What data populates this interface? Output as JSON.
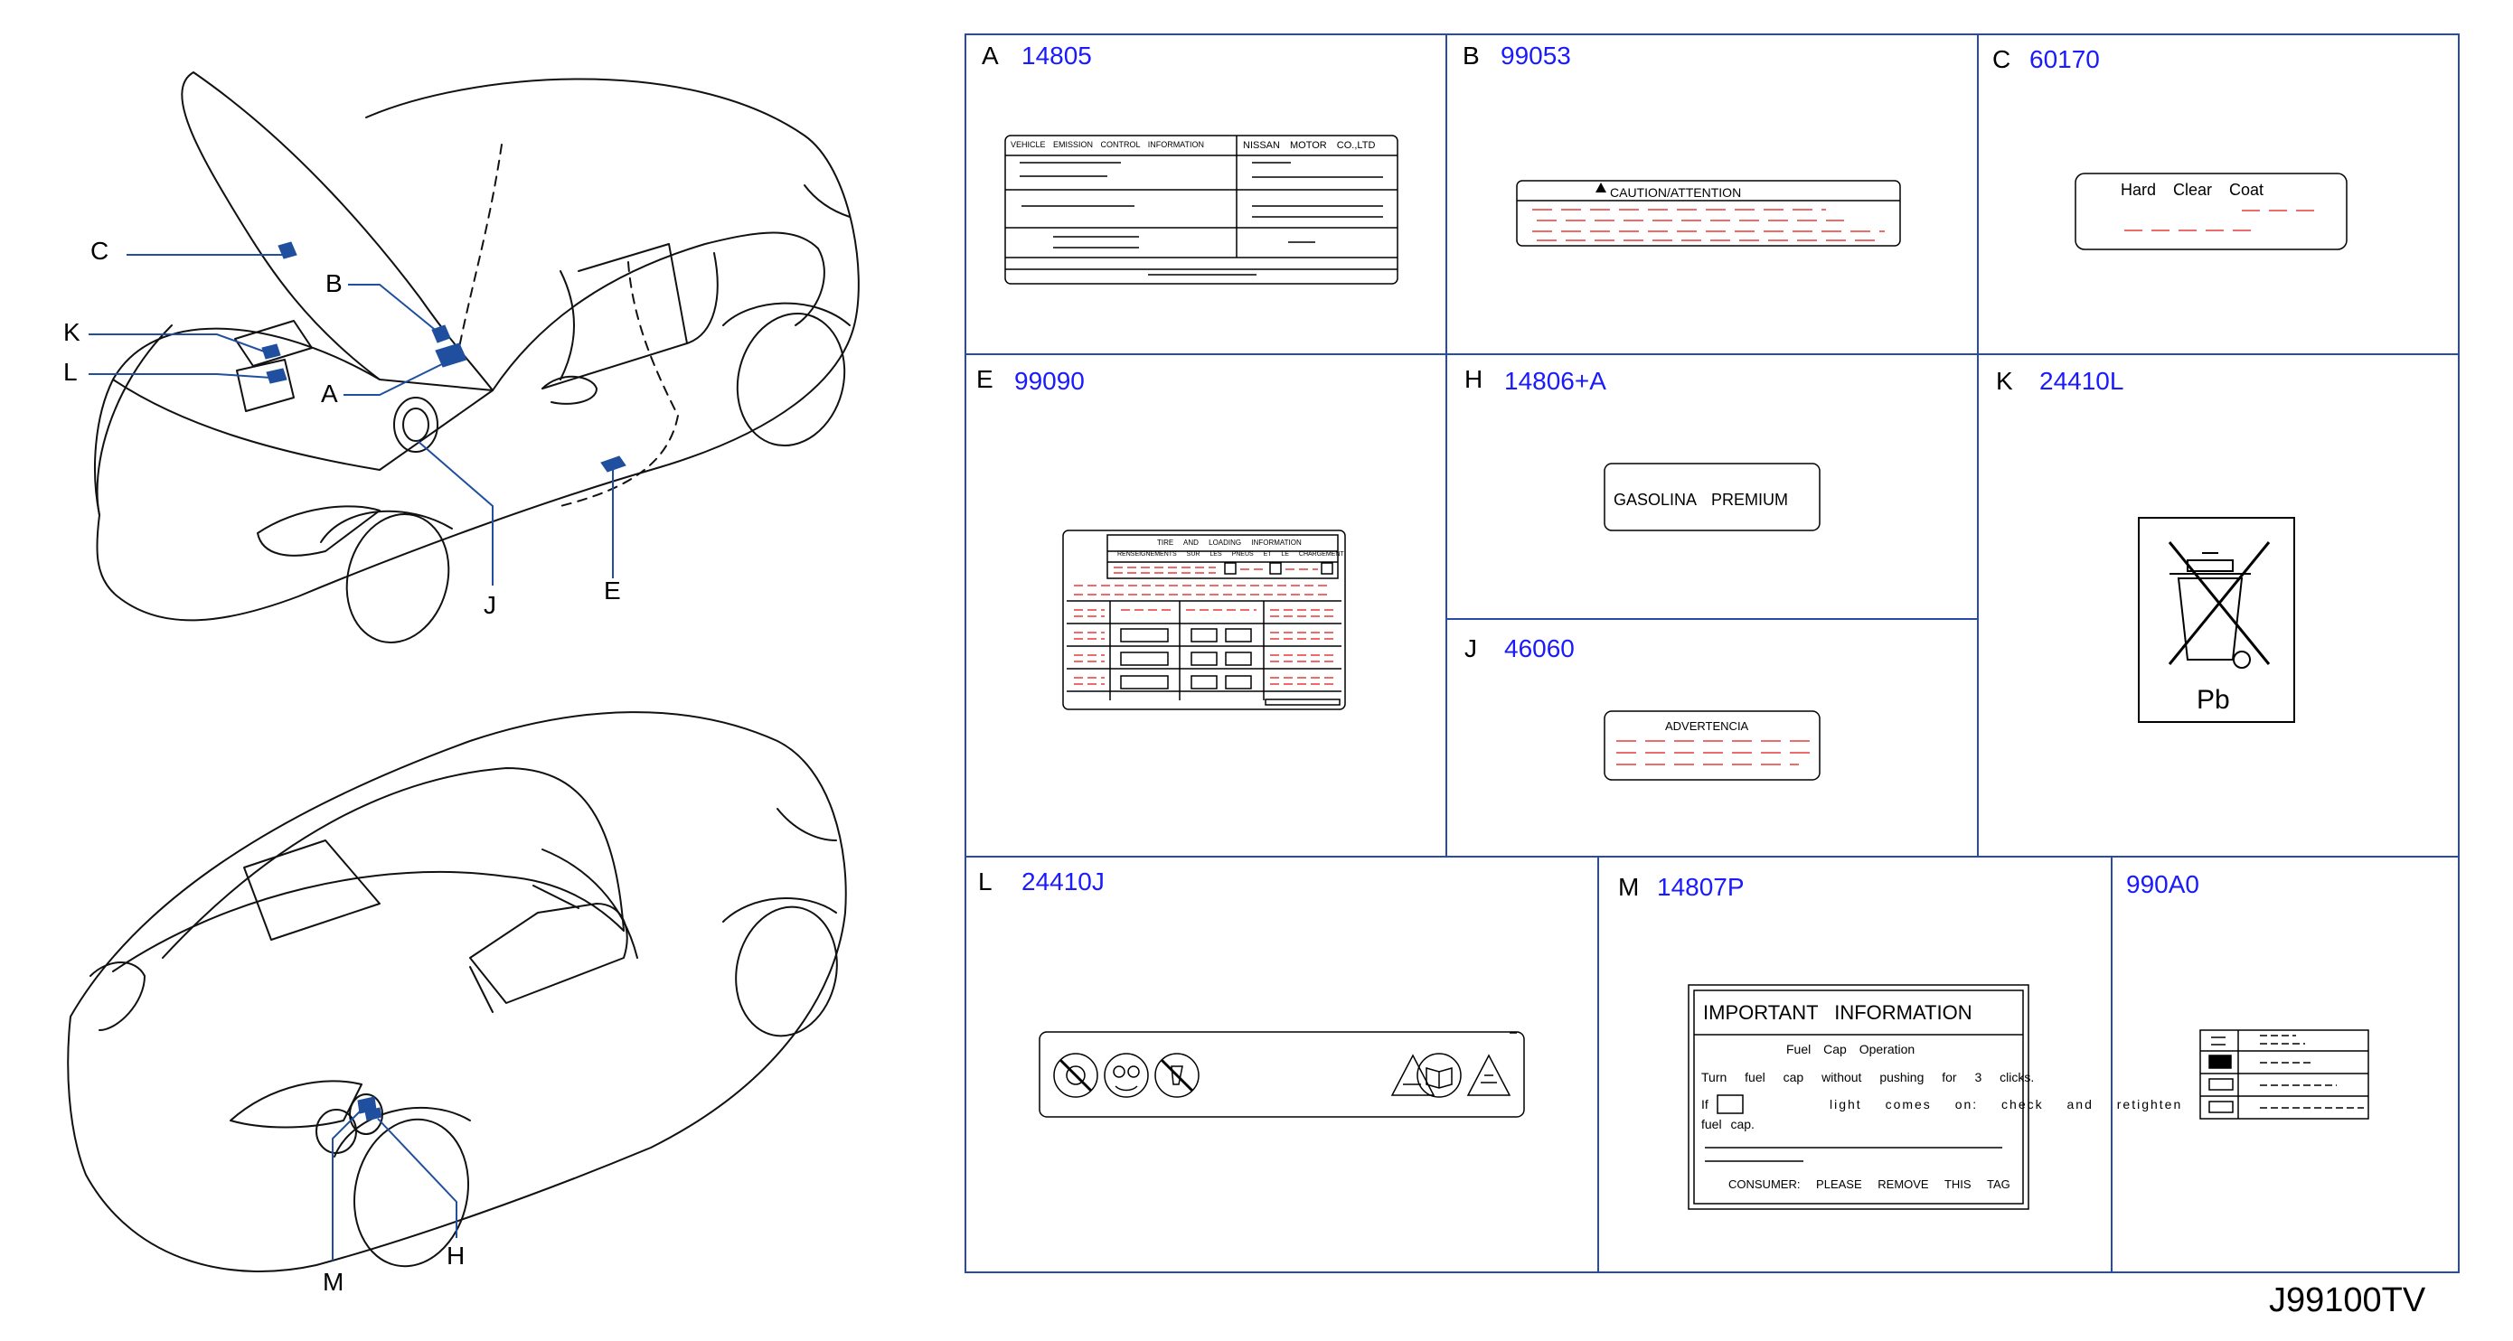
{
  "diagram_code": "J99100TV",
  "callouts": [
    "C",
    "B",
    "K",
    "L",
    "A",
    "J",
    "E",
    "M",
    "H"
  ],
  "cells": {
    "A": {
      "letter": "A",
      "part": "14805",
      "label": {
        "left": "VEHICLE EMISSION CONTROL INFORMATION",
        "right": "NISSAN MOTOR CO.,LTD"
      }
    },
    "B": {
      "letter": "B",
      "part": "99053",
      "label": {
        "title": "CAUTION/ATTENTION"
      }
    },
    "C": {
      "letter": "C",
      "part": "60170",
      "label": {
        "text": "Hard Clear Coat"
      }
    },
    "E": {
      "letter": "E",
      "part": "99090",
      "label": {
        "row1": "TIRE AND LOADING INFORMATION",
        "row2": "RENSEIGNEMENTS SUR LES PNEUS ET LE CHARGEMENT"
      }
    },
    "H": {
      "letter": "H",
      "part": "14806+A",
      "label": {
        "text": "GASOLINA PREMIUM"
      }
    },
    "J": {
      "letter": "J",
      "part": "46060",
      "label": {
        "title": "ADVERTENCIA"
      }
    },
    "K": {
      "letter": "K",
      "part": "24410L",
      "label": {
        "text": "Pb"
      }
    },
    "L": {
      "letter": "L",
      "part": "24410J"
    },
    "M": {
      "letter": "M",
      "part": "14807P",
      "label": {
        "title": "IMPORTANT INFORMATION",
        "subtitle": "Fuel Cap Operation",
        "line1": "Turn fuel cap without pushing for 3 clicks.",
        "line2_a": "If",
        "line2_b": "light comes on: check and retighten",
        "line3": "fuel cap.",
        "footer": "CONSUMER: PLEASE REMOVE THIS TAG"
      }
    },
    "X": {
      "letter": "",
      "part": "990A0"
    }
  },
  "colors": {
    "grid": "#2a4aa8",
    "part_number": "#1a1aff",
    "placeholder": "#e63a3a",
    "sticker": "#1f4f9e"
  }
}
